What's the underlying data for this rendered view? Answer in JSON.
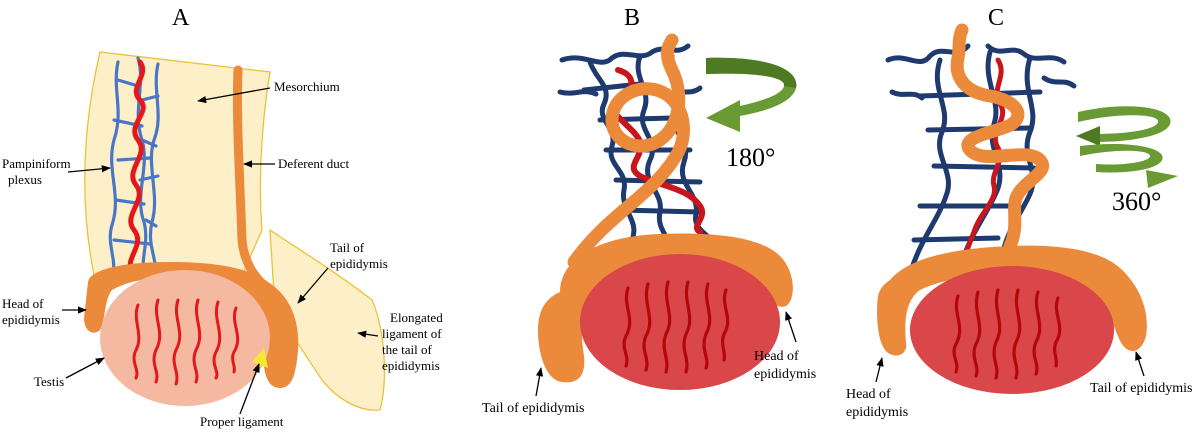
{
  "panels": {
    "a": {
      "letter": "A",
      "mesorchium": "Mesorchium",
      "pampiniform_line1": "Pampiniform",
      "pampiniform_line2": "plexus",
      "deferent_duct": "Deferent duct",
      "tail_line1": "Tail of",
      "tail_line2": "epididymis",
      "head_line1": "Head of",
      "head_line2": "epididymis",
      "elongated_line1": "Elongated",
      "elongated_line2": "ligament of",
      "elongated_line3": "the tail of",
      "elongated_line4": "epididymis",
      "testis": "Testis",
      "proper_ligament": "Proper ligament"
    },
    "b": {
      "letter": "B",
      "rotation": "180°",
      "tail": "Tail of  epididymis",
      "head_line1": "Head of",
      "head_line2": "epididymis"
    },
    "c": {
      "letter": "C",
      "rotation": "360°",
      "head_line1": "Head of",
      "head_line2": "epididymis",
      "tail": "Tail of epididymis"
    }
  },
  "colors": {
    "vein": "#2f4f8f",
    "vein_dark": "#1e3a6e",
    "artery": "#e31919",
    "epididymis": "#ec8a3c",
    "testis_a": "#f5b8a0",
    "testis_bc": "#d9474a",
    "mesorchium": "#fdf0c8",
    "rotation_arrow": "#6a9a34",
    "proper_ligament": "#f7e633"
  }
}
